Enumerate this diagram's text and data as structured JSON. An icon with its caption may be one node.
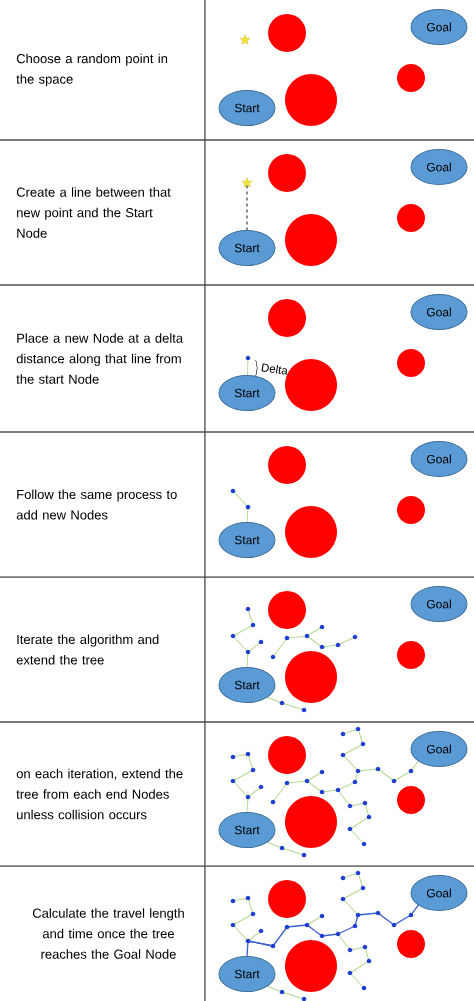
{
  "diagram": {
    "nodes": [
      {
        "text": [
          "Goal"
        ]
      },
      {
        "text": [
          "Start"
        ]
      },
      {
        "text": [
          "Goal"
        ]
      },
      {
        "text": [],
        "shape": "star"
      },
      {
        "text": [
          "Start"
        ]
      },
      {
        "text": [
          "Goal"
        ]
      },
      {
        "text": [],
        "shape": "circle"
      },
      {
        "text": [
          "Start"
        ]
      },
      {
        "text": [
          "Goal"
        ]
      },
      {
        "text": [
          "Start"
        ]
      },
      {
        "text": [
          "Goal"
        ]
      },
      {
        "text": [
          "Start"
        ]
      },
      {
        "text": [
          "Goal"
        ]
      },
      {
        "text": [
          "Start"
        ]
      },
      {
        "text": [
          "Goal"
        ]
      },
      {
        "text": [
          "Start"
        ]
      }
    ],
    "edges": [
      {
        "from": 3,
        "to": 4,
        "arrow": "none",
        "style": "dashed"
      },
      {
        "from": 6,
        "to": 7,
        "arrow": "none",
        "color": "#b5d98f"
      }
    ],
    "labels": [
      "Choose a random point in the space",
      "Create a line between that new point and the Start Node",
      "Place a new Node at a delta distance along that line from the start Node",
      "Delta",
      "Follow the same process to add new Nodes",
      "Iterate the algorithm and extend the tree",
      "on each iteration, extend the tree from each end Nodes unless collision occurs",
      "Calculate the travel length and time once the tree reaches the Goal Node"
    ]
  }
}
